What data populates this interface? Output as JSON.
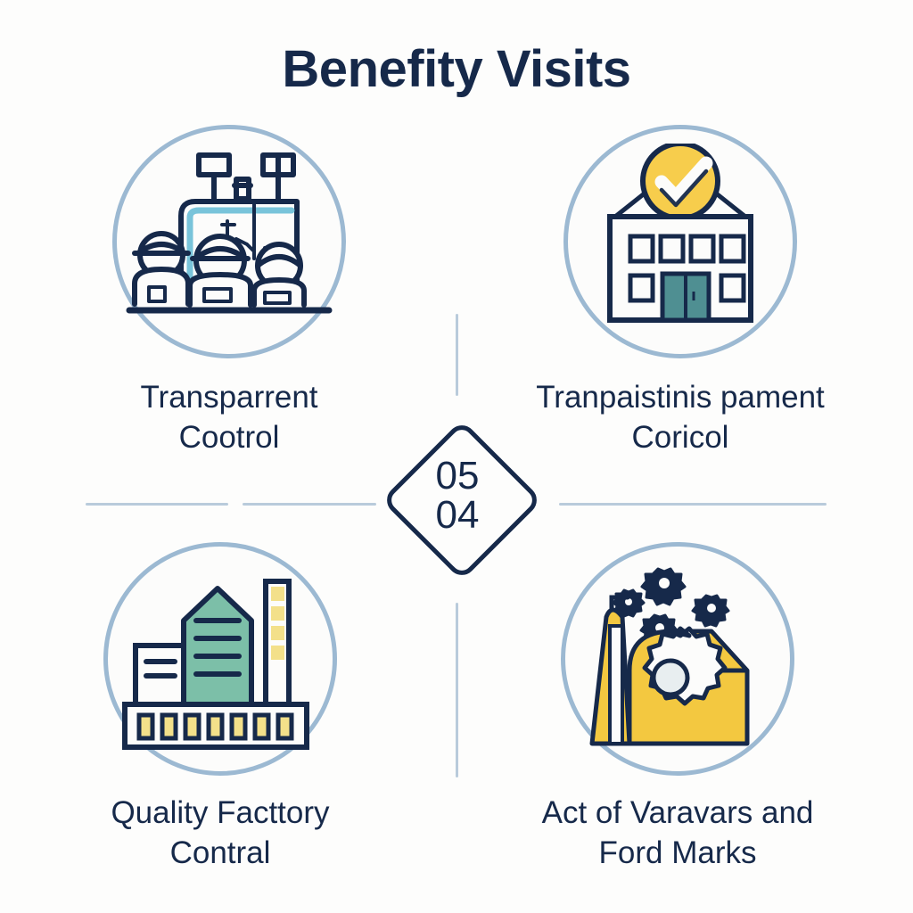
{
  "header": {
    "title": "Benefity Visits"
  },
  "center_badge": {
    "line1": "05",
    "line2": "04"
  },
  "quadrants": [
    {
      "id": "transparent-control",
      "icon_name": "factory-workers-icon",
      "label_line1": "Transparrent",
      "label_line2": "Cootrol"
    },
    {
      "id": "transparent-payment-control",
      "icon_name": "certified-building-icon",
      "label_line1": "Tranpaistinis pament",
      "label_line2": "Coricol"
    },
    {
      "id": "quality-factory-control",
      "icon_name": "factory-plant-icon",
      "label_line1": "Quality Facttory",
      "label_line2": "Contral"
    },
    {
      "id": "act-of-varavars",
      "icon_name": "factory-gears-icon",
      "label_line1": "Act of Varavars and",
      "label_line2": "Ford Marks"
    }
  ],
  "colors": {
    "background": "#fdfdfc",
    "navy": "#16294a",
    "ring_blue": "#9cb9d2",
    "divider_blue": "#b9cbdb",
    "accent_yellow": "#f7cd4c",
    "accent_light_yellow": "#f3e08a",
    "accent_green": "#7cbfa8",
    "accent_teal": "#4f8f92",
    "accent_cyan": "#79c4da"
  }
}
